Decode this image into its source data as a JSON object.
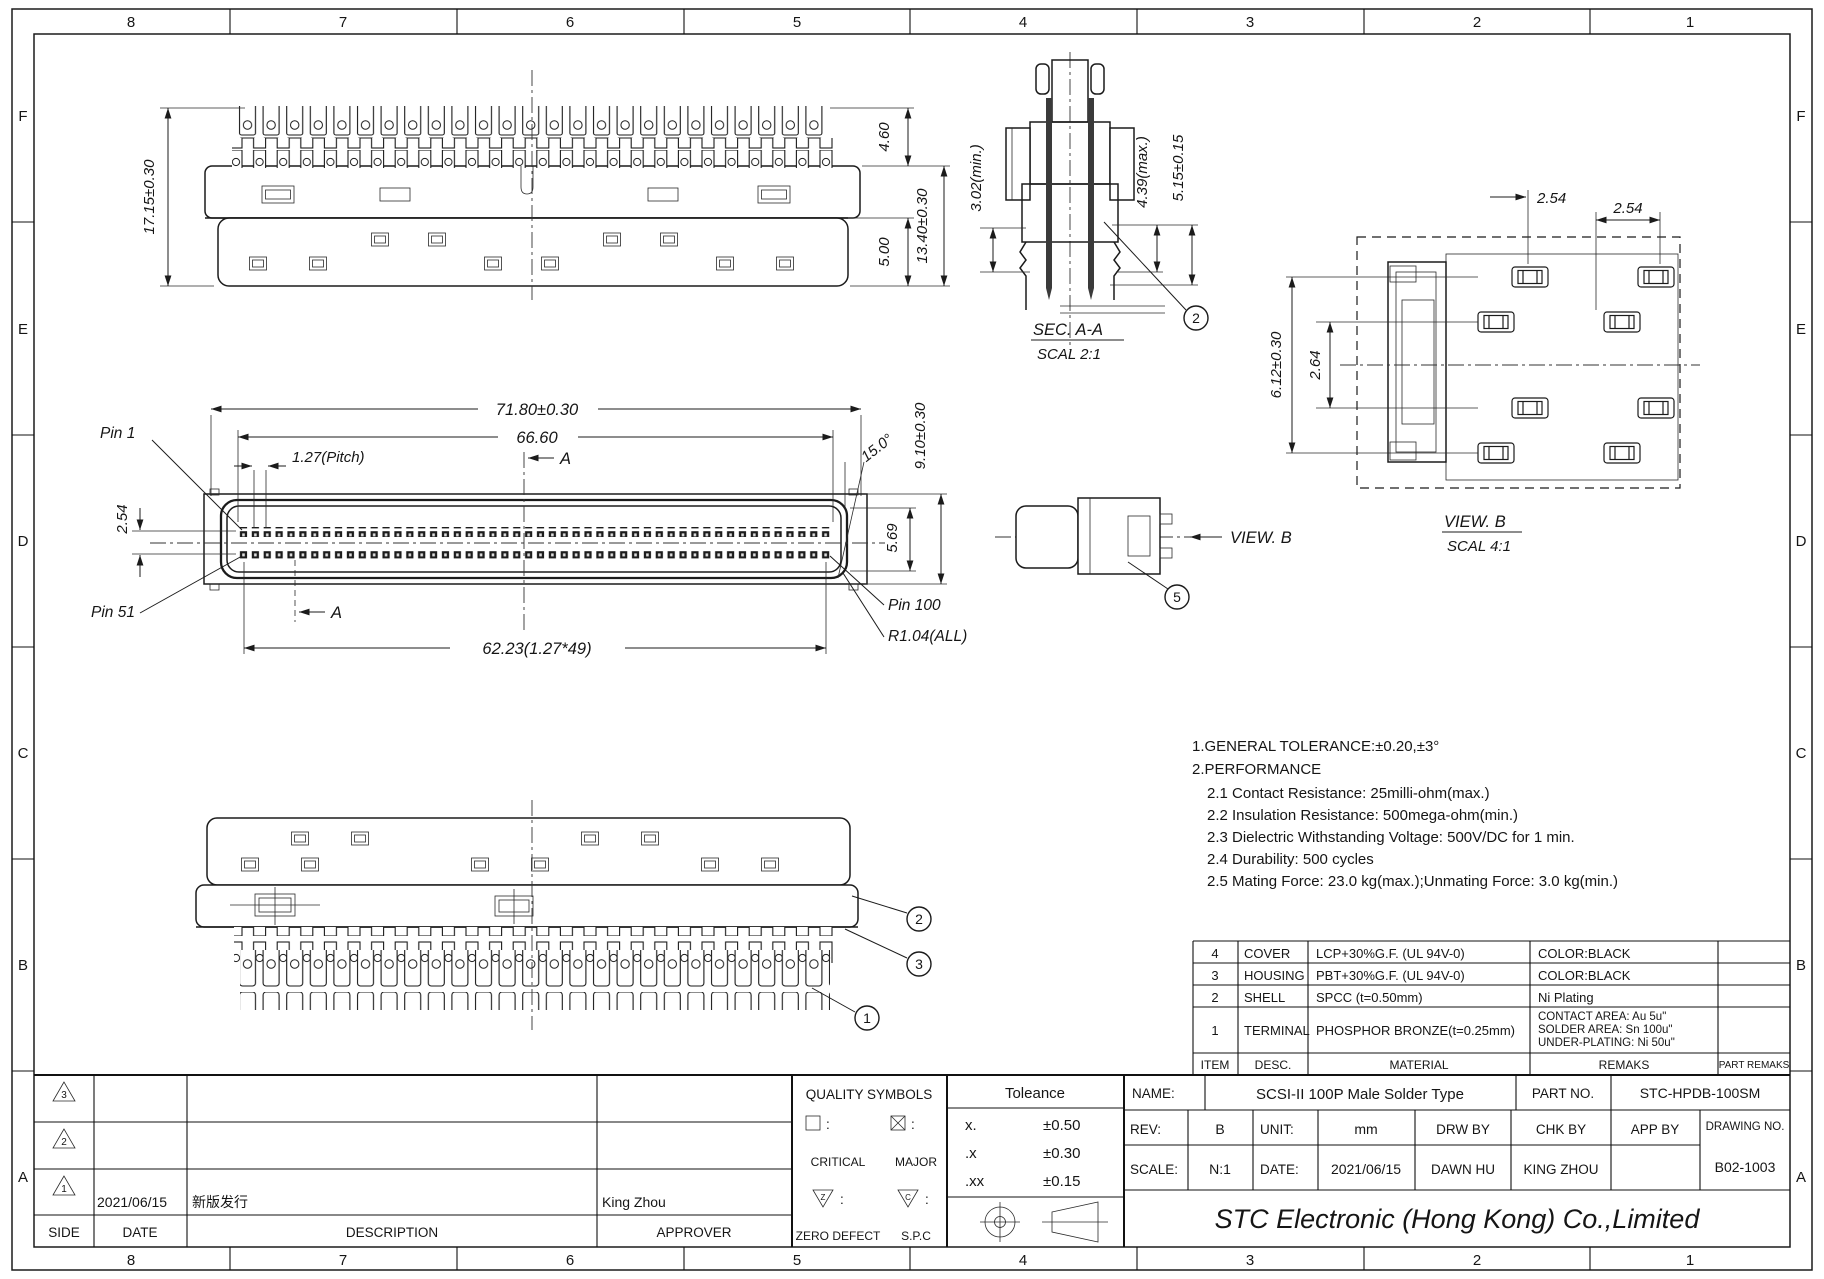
{
  "border": {
    "cols": [
      "8",
      "7",
      "6",
      "5",
      "4",
      "3",
      "2",
      "1"
    ],
    "rows": [
      "F",
      "E",
      "D",
      "C",
      "B",
      "A"
    ]
  },
  "front_view": {
    "dim_overall_height": "17.15±0.30",
    "dim_contact_height": "4.60",
    "dim_tail_height": "5.00",
    "dim_body_height": "13.40±0.30"
  },
  "section_aa": {
    "title": "SEC. A-A",
    "scale": "SCAL 2:1",
    "dim_min": "3.02(min.)",
    "dim_max": "4.39(max.)",
    "dim_total": "5.15±0.15",
    "callout": "2"
  },
  "view_b": {
    "title": "VIEW. B",
    "scale": "SCAL 4:1",
    "dim_pitch_a": "2.54",
    "dim_pitch_b": "2.54",
    "dim_span": "6.12±0.30",
    "dim_row": "2.64"
  },
  "plan_view": {
    "dim_overall": "71.80±0.30",
    "dim_shell": "66.60",
    "dim_pitch": "1.27(Pitch)",
    "dim_row_gap": "2.54",
    "dim_angle": "15.0°",
    "dim_height": "9.10±0.30",
    "dim_inner_height": "5.69",
    "dim_span": "62.23(1.27*49)",
    "dim_radius": "R1.04(ALL)",
    "pin1": "Pin 1",
    "pin51": "Pin 51",
    "pin100": "Pin 100",
    "section_mark": "A"
  },
  "side_view": {
    "label": "VIEW. B",
    "callout": "5"
  },
  "bottom_view": {
    "callout_shell": "2",
    "callout_housing": "3",
    "callout_terminal": "1"
  },
  "notes": {
    "line1": "1.GENERAL TOLERANCE:±0.20,±3°",
    "line2": "2.PERFORMANCE",
    "items": [
      "2.1  Contact  Resistance:  25milli-ohm(max.)",
      "2.2  Insulation  Resistance:  500mega-ohm(min.)",
      "2.3  Dielectric  Withstanding  Voltage:  500V/DC  for  1  min.",
      "2.4  Durability:  500  cycles",
      "2.5  Mating  Force:  23.0  kg(max.);Unmating  Force:  3.0  kg(min.)"
    ]
  },
  "parts_table": {
    "headers": {
      "item": "ITEM",
      "desc": "DESC.",
      "material": "MATERIAL",
      "remarks": "REMAKS",
      "part_remarks": "PART REMAKS"
    },
    "rows": [
      {
        "item": "4",
        "desc": "COVER",
        "material": "LCP+30%G.F. (UL 94V-0)",
        "remarks": "COLOR:BLACK"
      },
      {
        "item": "3",
        "desc": "HOUSING",
        "material": "PBT+30%G.F. (UL 94V-0)",
        "remarks": "COLOR:BLACK"
      },
      {
        "item": "2",
        "desc": "SHELL",
        "material": "SPCC (t=0.50mm)",
        "remarks": "Ni Plating"
      },
      {
        "item": "1",
        "desc": "TERMINAL",
        "material": "PHOSPHOR BRONZE(t=0.25mm)",
        "remarks_lines": [
          "CONTACT AREA: Au 5u\"",
          "SOLDER AREA: Sn 100u\"",
          "UNDER-PLATING: Ni 50u\""
        ]
      }
    ]
  },
  "title_block": {
    "name_label": "NAME:",
    "name": "SCSI-II 100P Male Solder Type",
    "part_no_label": "PART NO.",
    "part_no": "STC-HPDB-100SM",
    "rev_label": "REV:",
    "rev": "B",
    "unit_label": "UNIT:",
    "unit": "mm",
    "drw_by_label": "DRW BY",
    "chk_by_label": "CHK BY",
    "app_by_label": "APP BY",
    "drawing_no_label": "DRAWING NO.",
    "drawing_no": "B02-1003",
    "scale_label": "SCALE:",
    "scale": "N:1",
    "date_label": "DATE:",
    "date": "2021/06/15",
    "drw_by": "DAWN HU",
    "chk_by": "KING ZHOU",
    "company": "STC Electronic (Hong Kong) Co.,Limited"
  },
  "quality": {
    "title": "QUALITY SYMBOLS",
    "colon": ":",
    "critical": "CRITICAL",
    "major": "MAJOR",
    "zero_defect": "ZERO DEFECT",
    "spc": "S.P.C",
    "z": "Z",
    "c": "C"
  },
  "tolerance": {
    "title": "Toleance",
    "r1_label": "x.",
    "r1_val": "±0.50",
    "r2_label": ".x",
    "r2_val": "±0.30",
    "r3_label": ".xx",
    "r3_val": "±0.15"
  },
  "revision": {
    "headers": {
      "side": "SIDE",
      "date": "DATE",
      "desc": "DESCRIPTION",
      "approver": "APPROVER"
    },
    "r1": {
      "sym": "3"
    },
    "r2": {
      "sym": "2"
    },
    "r3": {
      "sym": "1",
      "date": "2021/06/15",
      "desc": "新版发行",
      "approver": "King Zhou"
    }
  }
}
